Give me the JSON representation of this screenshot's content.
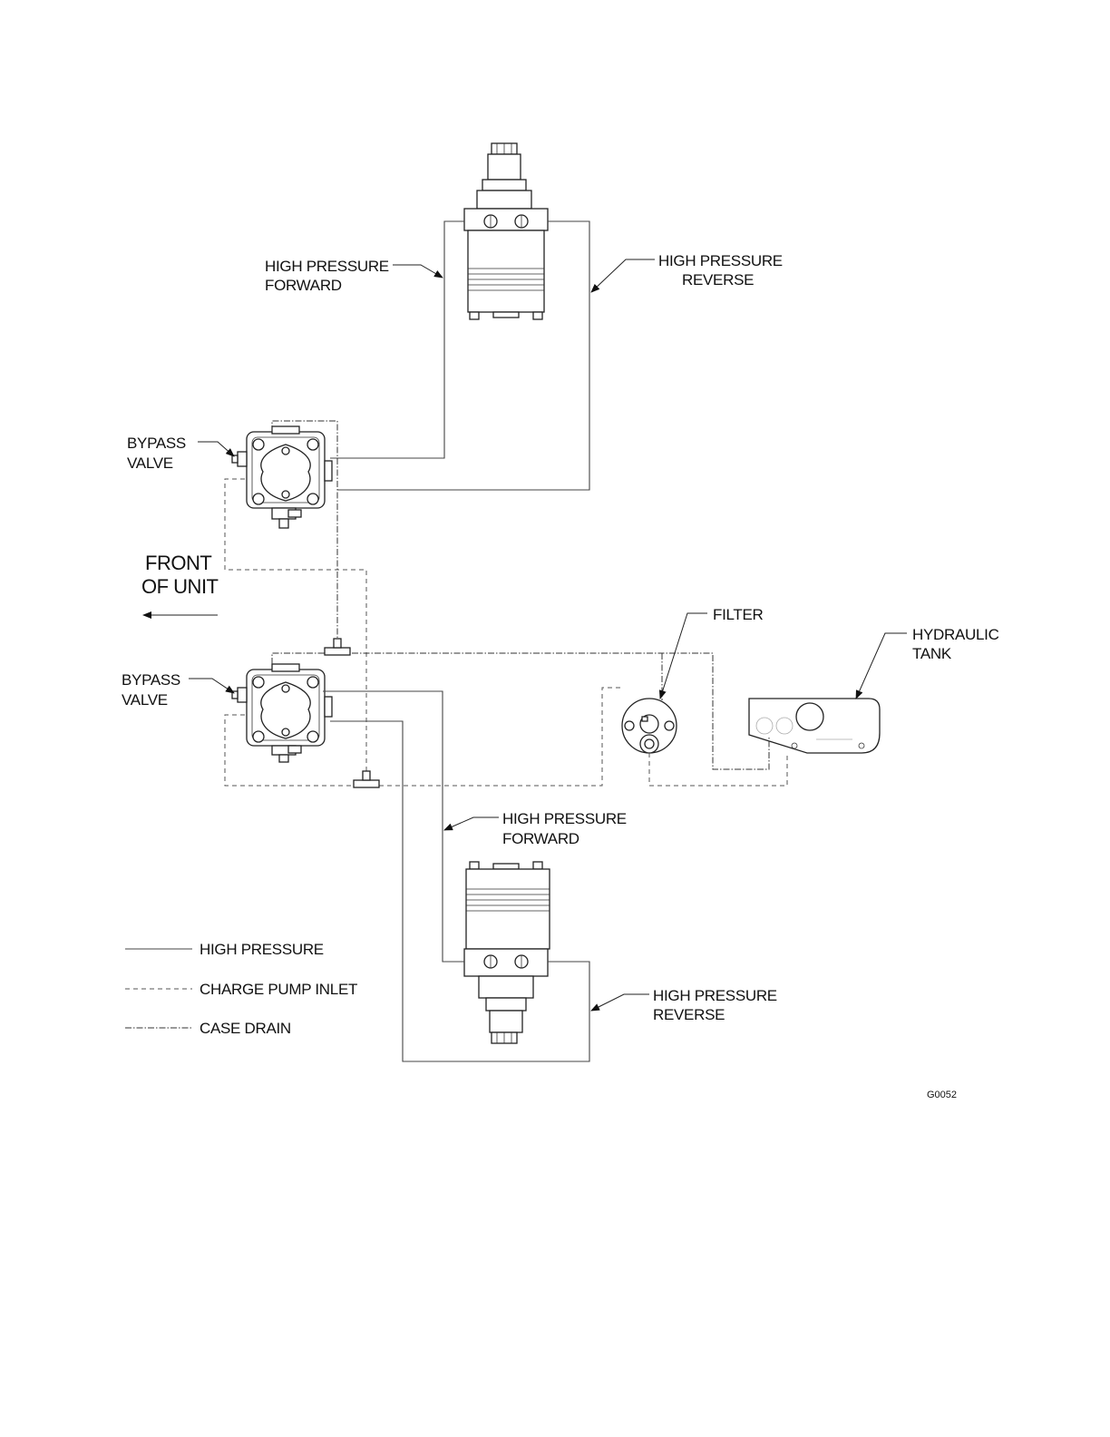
{
  "labels": {
    "hp_forward_top": [
      "HIGH PRESSURE",
      "FORWARD"
    ],
    "hp_reverse_top": [
      "HIGH PRESSURE",
      "REVERSE"
    ],
    "bypass_top": [
      "BYPASS",
      "VALVE"
    ],
    "front_of_unit": [
      "FRONT",
      "OF UNIT"
    ],
    "bypass_bottom": [
      "BYPASS",
      "VALVE"
    ],
    "filter": "FILTER",
    "hydraulic_tank": [
      "HYDRAULIC",
      "TANK"
    ],
    "hp_forward_bottom": [
      "HIGH PRESSURE",
      "FORWARD"
    ],
    "hp_reverse_bottom": [
      "HIGH PRESSURE",
      "REVERSE"
    ],
    "drawing_number": "G0052"
  },
  "legend": {
    "high_pressure": "HIGH PRESSURE",
    "charge_pump_inlet": "CHARGE PUMP INLET",
    "case_drain": "CASE DRAIN"
  }
}
